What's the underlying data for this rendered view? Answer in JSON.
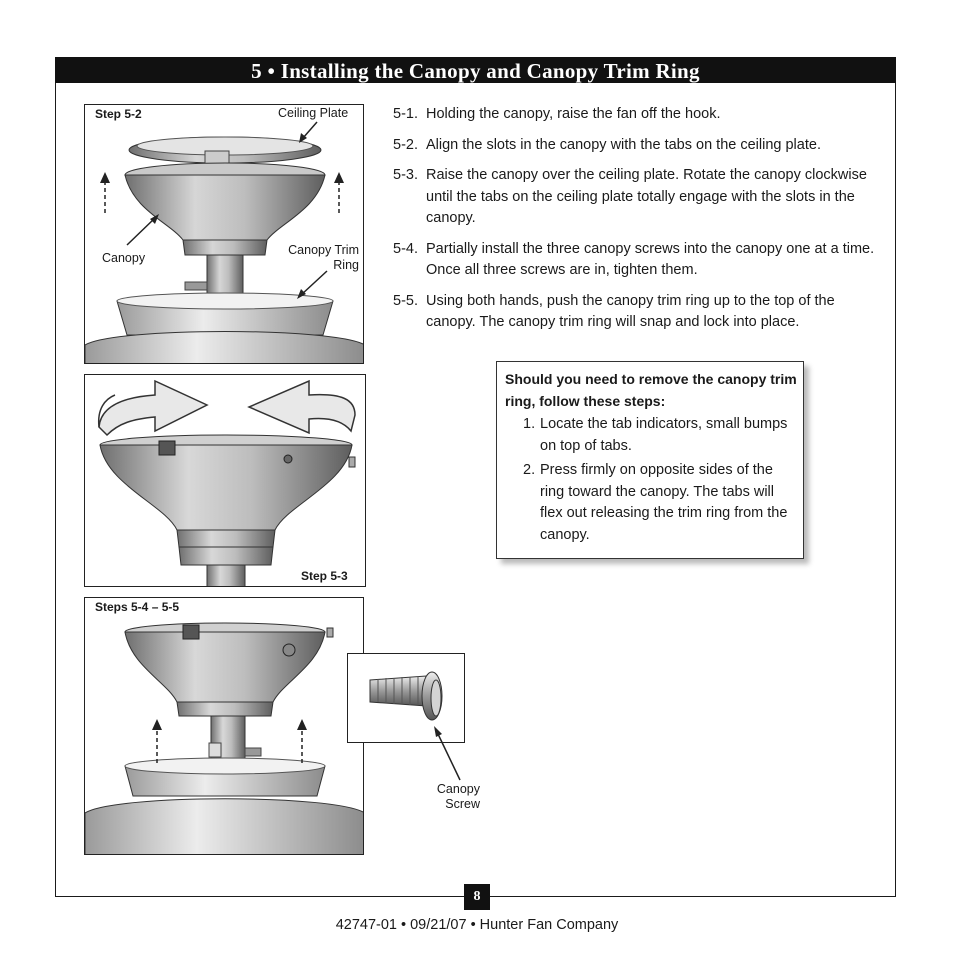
{
  "section_title": "5 • Installing the Canopy and Canopy Trim Ring",
  "figures": {
    "fig1": {
      "step_label": "Step 5-2",
      "callouts": {
        "ceiling_plate": "Ceiling Plate",
        "canopy": "Canopy",
        "trim_ring": "Canopy Trim\nRing"
      }
    },
    "fig2": {
      "step_label": "Step 5-3"
    },
    "fig3": {
      "step_label": "Steps 5-4 – 5-5"
    },
    "screw_callout": "Canopy\nScrew"
  },
  "steps": [
    {
      "num": "5-1.",
      "text": "Holding the canopy, raise the fan off the hook."
    },
    {
      "num": "5-2.",
      "text": "Align the slots in the canopy with the tabs on the ceiling plate."
    },
    {
      "num": "5-3.",
      "text": "Raise the canopy over the ceiling plate. Rotate the canopy clockwise until the tabs on the ceiling plate totally engage with the slots in the canopy."
    },
    {
      "num": "5-4.",
      "text": "Partially install the three canopy screws into the canopy one at a time. Once all three screws are in, tighten them."
    },
    {
      "num": "5-5.",
      "text": "Using both hands, push the canopy trim ring up to the top of the canopy. The canopy trim ring will snap and lock into place."
    }
  ],
  "note": {
    "heading": "Should you need to remove the canopy trim ring, follow these steps:",
    "items": [
      {
        "num": "1.",
        "text": "Locate the tab indicators, small bumps on top of tabs."
      },
      {
        "num": "2.",
        "text": "Press firmly on opposite sides of the ring toward the canopy. The tabs will flex out releasing the trim ring from the canopy."
      }
    ]
  },
  "page_number": "8",
  "footer": "42747-01  •  09/21/07  •  Hunter Fan Company"
}
